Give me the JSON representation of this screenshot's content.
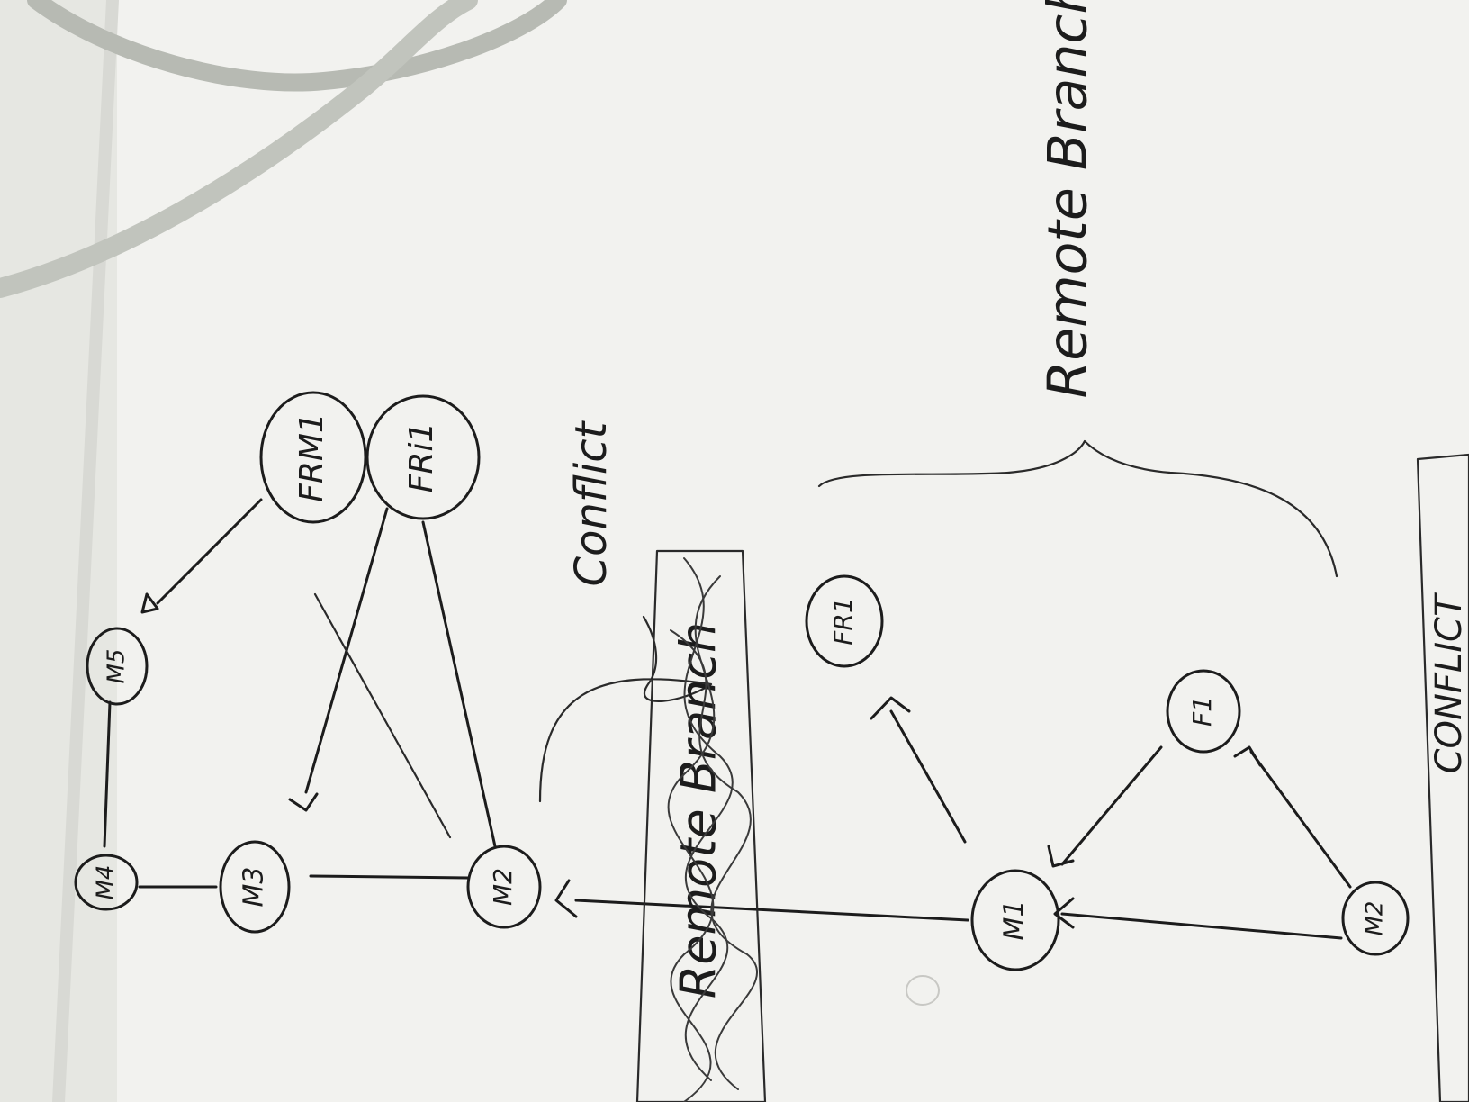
{
  "photo": {
    "subject": "handwritten-branch-diagram",
    "colors": {
      "paper": "#f2f2ef",
      "ink": "#1c1c1c",
      "cable": "#c8cbc5",
      "desk": "#c9cac4"
    }
  },
  "nodes": {
    "m4": "M4",
    "m5": "M5",
    "m3": "M3",
    "m2_left": "M2",
    "frm1": "FRM1",
    "fri1": "FRi1",
    "m2_right": "M2",
    "m1": "M1",
    "fr1": "FR1",
    "f1": "F1"
  },
  "annotations": {
    "conflict_top": "Conflict",
    "remote_branch": "Remote Branch",
    "crossed_out": "Remote Branch",
    "conflict_bottom": "CONFLICT"
  }
}
